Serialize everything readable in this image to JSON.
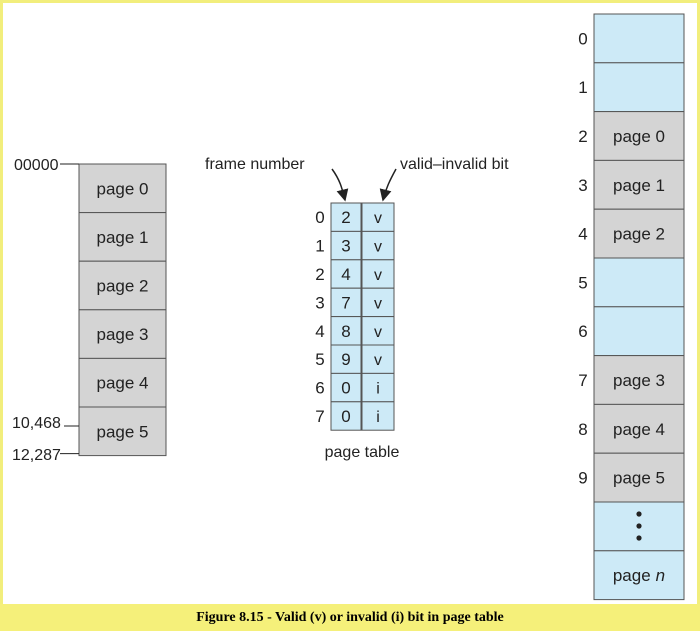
{
  "logical_memory": {
    "pages": [
      "page 0",
      "page 1",
      "page 2",
      "page 3",
      "page 4",
      "page 5"
    ],
    "address_top": "00000",
    "address_mid": "10,468",
    "address_bottom": "12,287"
  },
  "page_table": {
    "title": "page table",
    "frame_label": "frame number",
    "bit_label": "valid–invalid bit",
    "indices": [
      "0",
      "1",
      "2",
      "3",
      "4",
      "5",
      "6",
      "7"
    ],
    "frames": [
      "2",
      "3",
      "4",
      "7",
      "8",
      "9",
      "0",
      "0"
    ],
    "bits": [
      "v",
      "v",
      "v",
      "v",
      "v",
      "v",
      "i",
      "i"
    ]
  },
  "physical_memory": {
    "labels": [
      "0",
      "1",
      "2",
      "3",
      "4",
      "5",
      "6",
      "7",
      "8",
      "9"
    ],
    "cells": [
      "",
      "",
      "page 0",
      "page 1",
      "page 2",
      "",
      "",
      "page 3",
      "page 4",
      "page 5"
    ],
    "last_page_prefix": "page",
    "last_page_var": "n"
  },
  "caption": "Figure 8.15 - Valid (v) or invalid (i) bit in page table",
  "colors": {
    "gray_cell": "#d4d4d4",
    "blue_cell": "#cdeaf7",
    "border": "#555555",
    "caption_bar": "#f5f07a"
  }
}
